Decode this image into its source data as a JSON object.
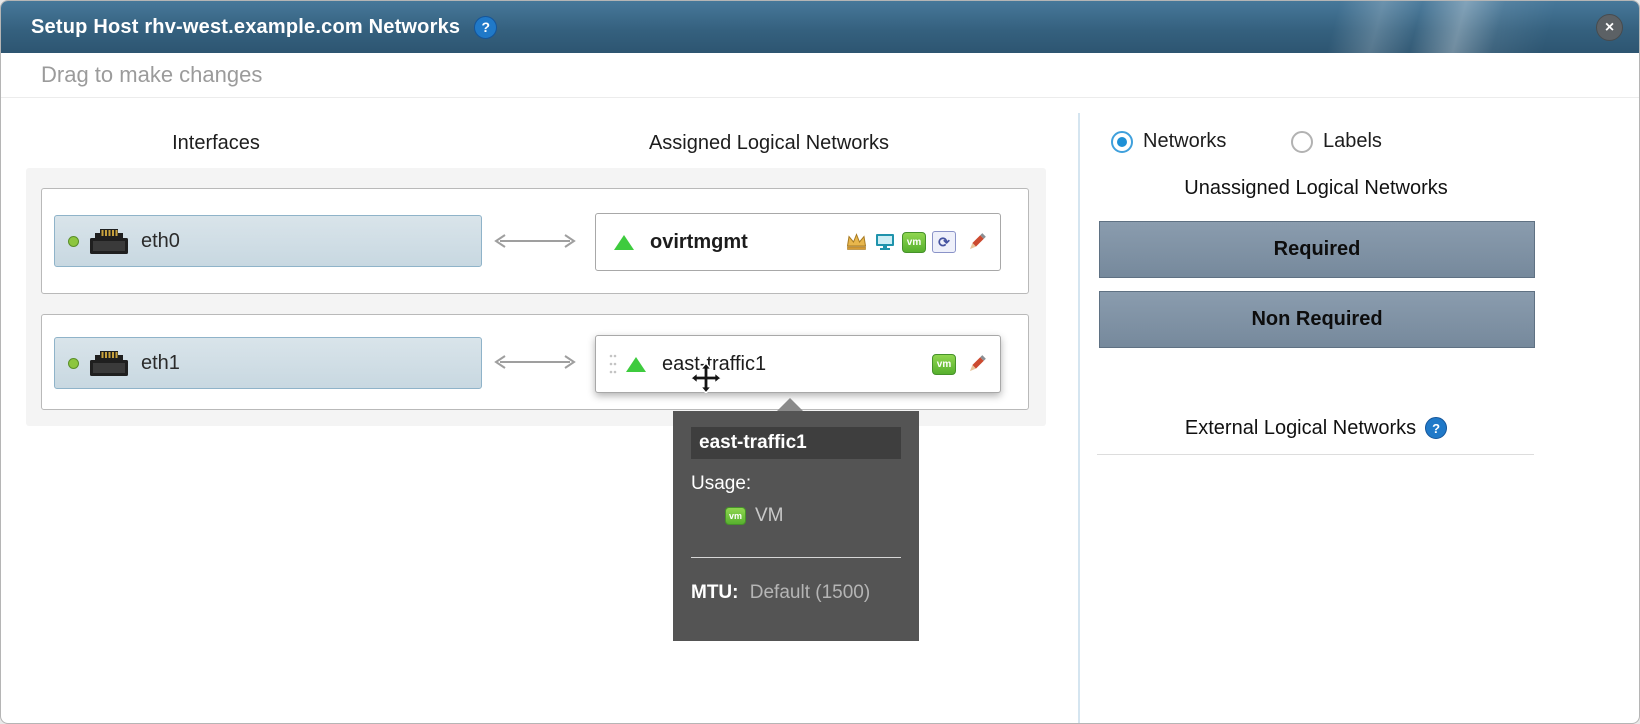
{
  "dialog": {
    "title": "Setup Host rhv-west.example.com Networks",
    "subtitle": "Drag to make changes"
  },
  "icons": {
    "help": "?",
    "close": "×",
    "migration": "⟳",
    "vm_badge": "vm"
  },
  "columns": {
    "interfaces": "Interfaces",
    "assigned": "Assigned Logical Networks"
  },
  "rows": [
    {
      "interface": "eth0",
      "network": {
        "name": "ovirtmgmt",
        "status_color": "#3ecb3e",
        "badges": [
          "management-icon",
          "display-icon",
          "vm-icon",
          "migration-icon"
        ],
        "editable": true
      }
    },
    {
      "interface": "eth1",
      "network": {
        "name": "east-traffic1",
        "status_color": "#3ecb3e",
        "badges": [
          "vm-icon"
        ],
        "editable": true
      }
    }
  ],
  "tooltip": {
    "title": "east-traffic1",
    "usage_label": "Usage:",
    "usage_items": [
      {
        "icon": "vm-icon",
        "label": "VM"
      }
    ],
    "mtu_label": "MTU:",
    "mtu_value": "Default (1500)"
  },
  "side_panel": {
    "radios": [
      {
        "label": "Networks",
        "selected": true
      },
      {
        "label": "Labels",
        "selected": false
      }
    ],
    "unassigned_header": "Unassigned Logical Networks",
    "buttons": [
      {
        "label": "Required"
      },
      {
        "label": "Non Required"
      }
    ],
    "external_header": "External Logical Networks"
  },
  "colors": {
    "titlebar": "#35617f",
    "accent_blue": "#1e90d6",
    "panel_bg": "#f4f4f4",
    "button_bg": "#7e93a6",
    "tooltip_bg": "#545454",
    "status_green": "#3ecb3e"
  }
}
